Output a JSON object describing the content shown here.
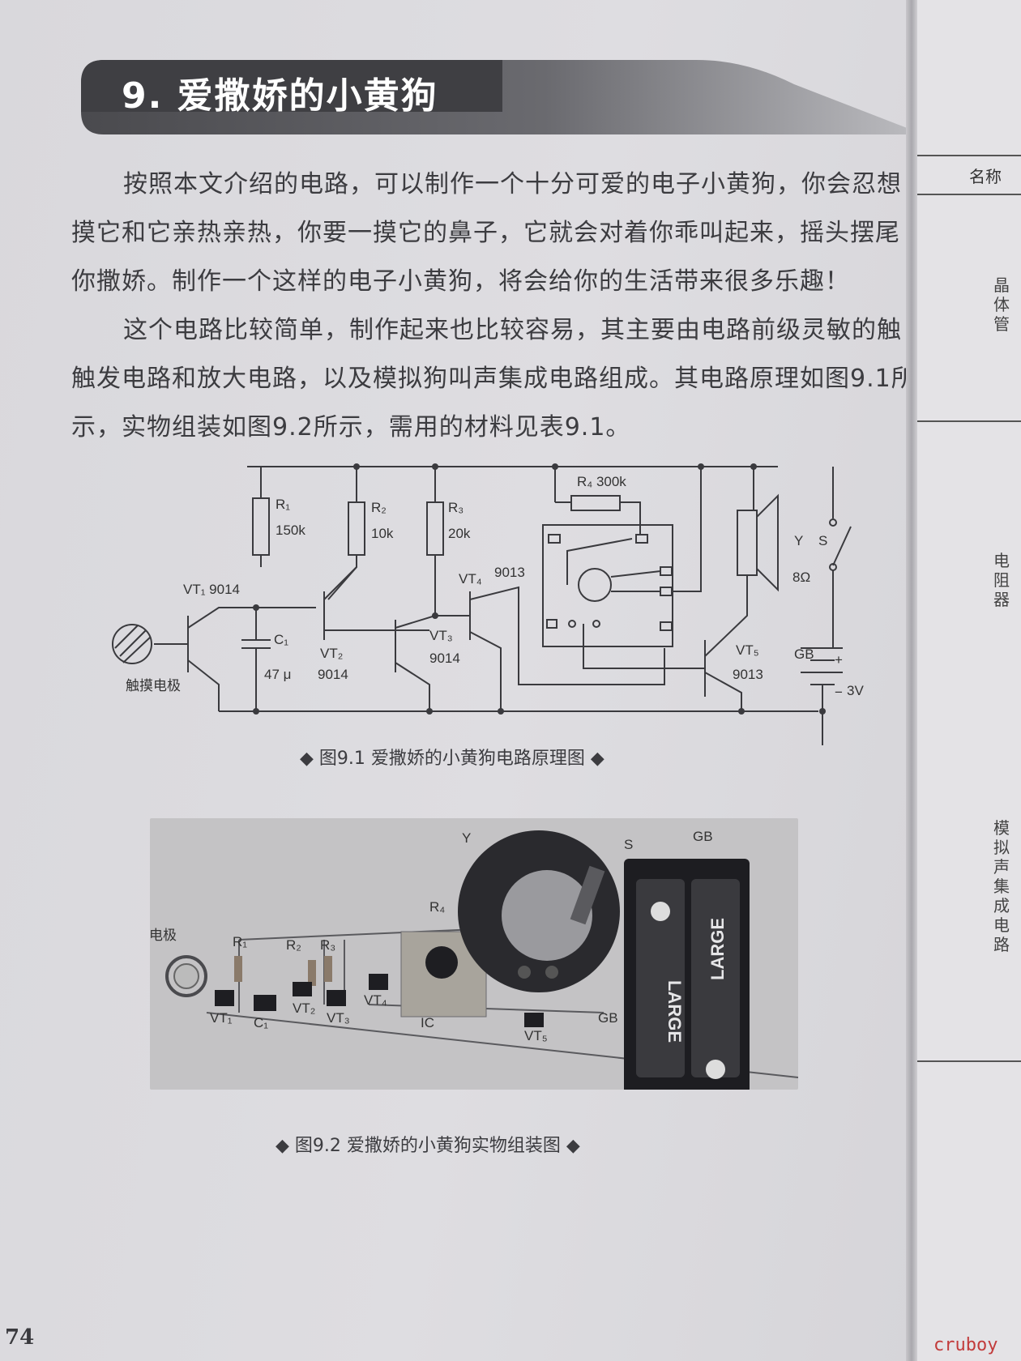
{
  "title": "9. 爱撒娇的小黄狗",
  "paragraph1": [
    "按照本文介绍的电路，可以制作一个十分可爱的电子小黄狗，你会忍想",
    "摸它和它亲热亲热，你要一摸它的鼻子，它就会对着你乖叫起来，摇头摆尾",
    "你撒娇。制作一个这样的电子小黄狗，将会给你的生活带来很多乐趣！"
  ],
  "paragraph2": [
    "这个电路比较简单，制作起来也比较容易，其主要由电路前级灵敏的触",
    "触发电路和放大电路，以及模拟狗叫声集成电路组成。其电路原理如图9.1所",
    "示，实物组装如图9.2所示，需用的材料见表9.1。"
  ],
  "figure1": {
    "caption": "◆ 图9.1   爱撒娇的小黄狗电路原理图 ◆",
    "labels": {
      "r1": "R₁",
      "r1_val": "150k",
      "r2": "R₂",
      "r2_val": "10k",
      "r3": "R₃",
      "r3_val": "20k",
      "r4": "R₄  300k",
      "vt1": "VT₁ 9014",
      "vt2": "VT₂",
      "vt2_val": "9014",
      "vt3": "VT₃",
      "vt3_val": "9014",
      "vt4": "VT₄",
      "vt4_val": "9013",
      "vt5": "VT₅",
      "vt5_val": "9013",
      "c1": "C₁",
      "c1_val": "47 μ",
      "touch": "触摸电极",
      "y": "Y",
      "s": "S",
      "ohm": "8Ω",
      "gb": "GB",
      "plus": "+",
      "minus": "−",
      "volt": "3V"
    }
  },
  "figure2": {
    "caption": "◆ 图9.2   爱撒娇的小黄狗实物组装图 ◆",
    "labels": {
      "touch": "触摸电极",
      "r1": "R₁",
      "r2": "R₂",
      "r3": "R₃",
      "r4": "R₄",
      "vt1": "VT₁",
      "vt2": "VT₂",
      "vt3": "VT₃",
      "vt4": "VT₄",
      "vt5": "VT₅",
      "c1": "C₁",
      "ic": "IC",
      "y": "Y",
      "s": "S",
      "gb_top": "GB",
      "gb_side": "GB",
      "battery_brand": "LARGE"
    }
  },
  "page_number": "74",
  "right_page": {
    "header": "名称",
    "items": [
      "晶体管",
      "电阻器",
      "模拟声集成电路"
    ]
  },
  "watermark": "cruboy"
}
